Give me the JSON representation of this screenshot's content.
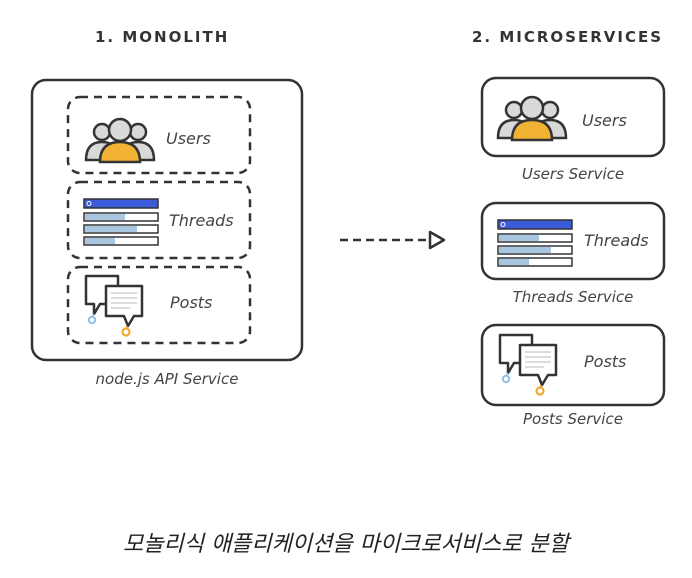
{
  "monolith": {
    "heading": "1. MONOLITH",
    "modules": {
      "users": "Users",
      "threads": "Threads",
      "posts": "Posts"
    },
    "caption": "node.js API Service"
  },
  "microservices": {
    "heading": "2. MICROSERVICES",
    "services": [
      {
        "label": "Users",
        "caption": "Users Service"
      },
      {
        "label": "Threads",
        "caption": "Threads Service"
      },
      {
        "label": "Posts",
        "caption": "Posts Service"
      }
    ]
  },
  "footer_caption": "모놀리식 애플리케이션을 마이크로서비스로 분할",
  "colors": {
    "outline": "#333333",
    "user_gray": "#d9d9d9",
    "user_orange": "#f2b233",
    "thread_header": "#3b5bdb",
    "thread_row": "#a9c6e0",
    "post_blue": "#8ec0e8",
    "post_orange": "#f2a72e"
  }
}
